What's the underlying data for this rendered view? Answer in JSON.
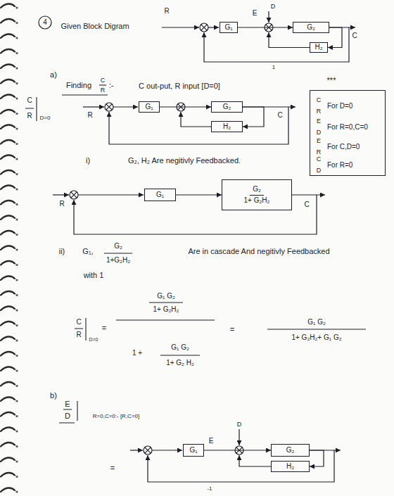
{
  "diagram": {
    "nodes": [
      {
        "text": [
          "4"
        ]
      },
      {
        "text": [
          "G₁"
        ]
      },
      {
        "text": [
          "G₂"
        ]
      },
      {
        "text": [
          "H₂"
        ]
      },
      {
        "text": [
          "***",
          "C",
          "R",
          "For D=0",
          "E",
          "D",
          "For R=0,C=0",
          "E",
          "R",
          "For C,D=0",
          "C",
          "D",
          "For R=0"
        ]
      },
      {
        "text": [
          "G₁"
        ]
      },
      {
        "text": [
          "G₂"
        ]
      },
      {
        "text": [
          "H₂"
        ]
      },
      {
        "text": [
          "G₁"
        ]
      },
      {
        "text": [
          "G₂",
          "1+ G₂H₂"
        ]
      },
      {
        "text": [
          "G₁"
        ]
      },
      {
        "text": [
          "G₂"
        ]
      },
      {
        "text": [
          "H₂"
        ]
      }
    ],
    "edges": [
      {
        "from": 1,
        "to": 2,
        "arrow": "to"
      },
      {
        "from": 2,
        "to": 3,
        "arrow": "to"
      },
      {
        "from": 5,
        "to": 6,
        "arrow": "to"
      },
      {
        "from": 6,
        "to": 7,
        "arrow": "to"
      },
      {
        "from": 8,
        "to": 9,
        "arrow": "to"
      },
      {
        "from": 10,
        "to": 11,
        "arrow": "to"
      },
      {
        "from": 11,
        "to": 12,
        "arrow": "to"
      }
    ],
    "labels": [
      "Given Block Digram",
      "R",
      "E",
      "D",
      "C",
      "1",
      "a)",
      "Finding",
      "C",
      "R",
      ":-",
      "C out-put, R input [D=0]",
      "C",
      "R",
      "D=0",
      "R",
      "C",
      "i)",
      "G₂, H₂ Are negitivly Feedbacked.",
      "R",
      "C",
      "ii)",
      "G₁,",
      "G₂",
      "1+G₂H₂",
      "Are in cascade And negitivly Feedbacked",
      "with 1",
      "C",
      "R",
      "D=0",
      "=",
      "G₁ G₂",
      "1+ G₂H₂",
      "1 +",
      "G₁ G₂",
      "1+ G₂ H₂",
      "=",
      "G₁ G₂",
      "1+ G₂H₂+ G₁ G₂",
      "b)",
      "E",
      "D",
      "R=0,C=0:- [R,C=0]",
      "=",
      "D",
      "E",
      "-1"
    ]
  }
}
